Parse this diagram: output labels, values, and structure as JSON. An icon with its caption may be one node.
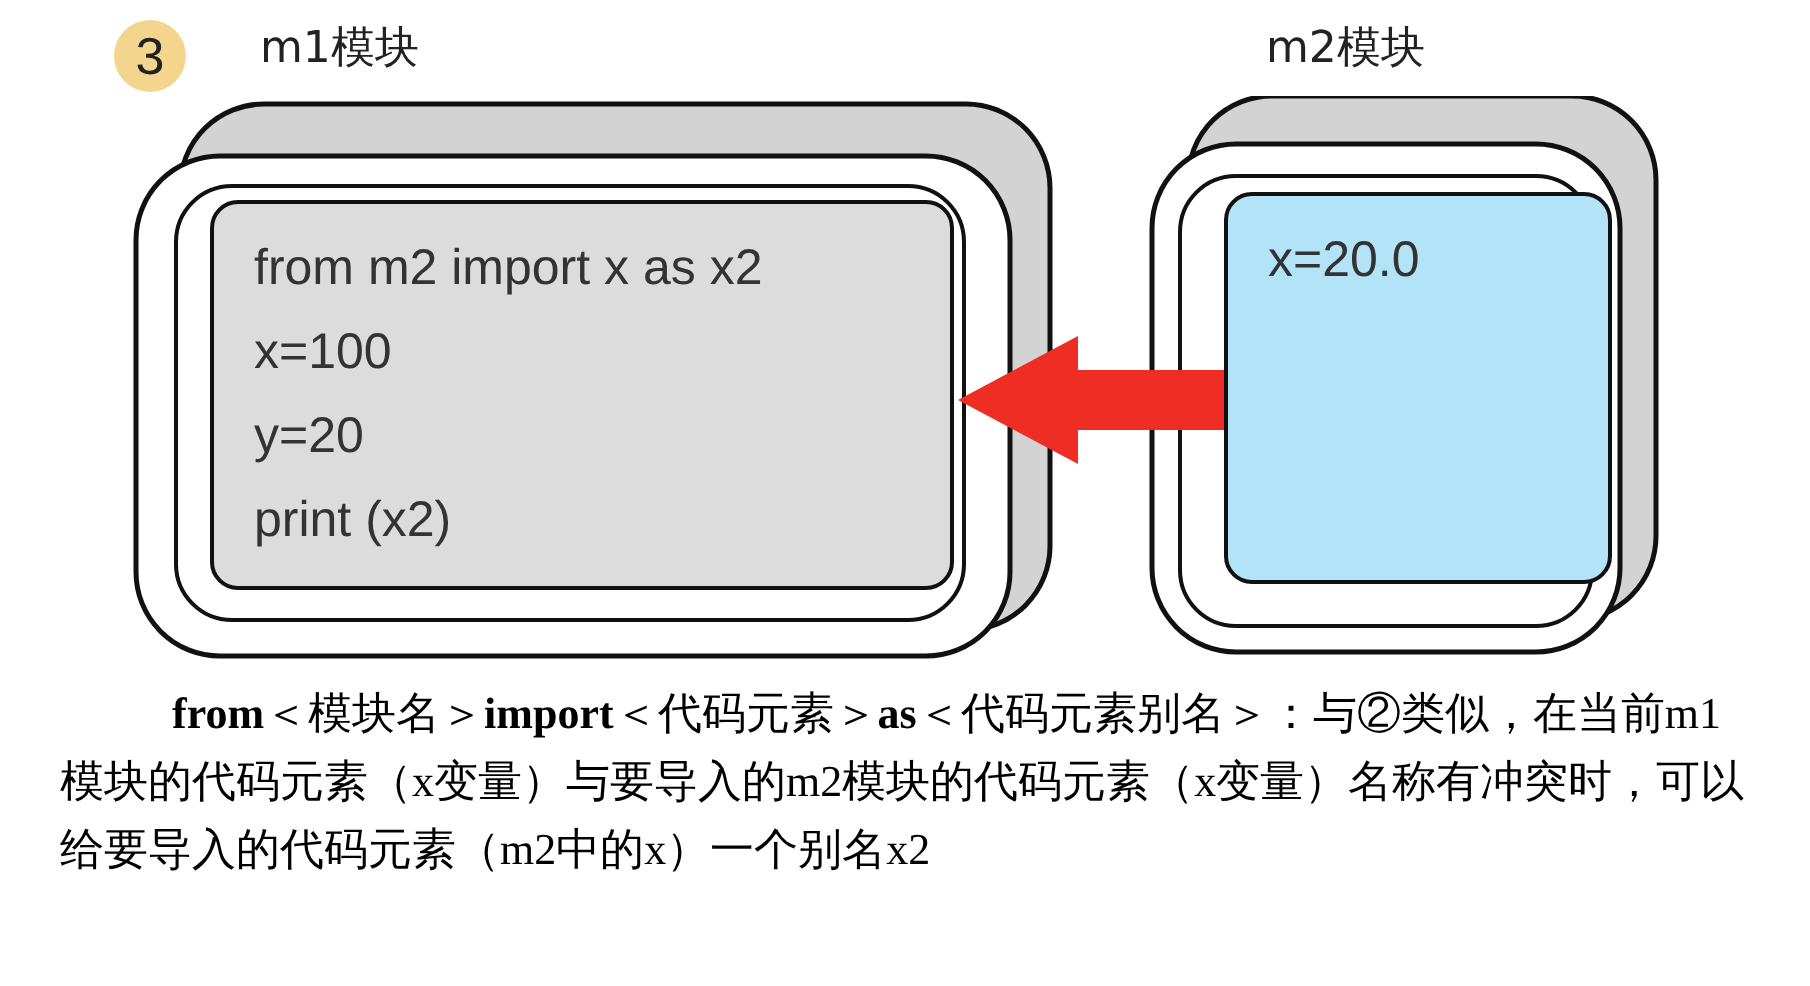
{
  "diagram": {
    "nodes": [
      {
        "text": [
          "m1模块"
        ]
      },
      {
        "text": [
          "from m2 import x as x2",
          "x=100",
          "y=20",
          "print (x2)"
        ],
        "in": 0
      },
      {
        "text": [
          "m2模块"
        ]
      },
      {
        "text": [
          "x=20.0"
        ],
        "in": 2
      }
    ],
    "edges": [
      {
        "from": 3,
        "to": 1,
        "arrow": "to",
        "style": "thick",
        "color": "#ee2e24"
      }
    ],
    "labels": [
      "3",
      "**from**＜模块名＞**import**＜代码元素＞**as**＜代码元素别名＞：与②类似，在当前m1模块的代码元素（x变量）与要导入的m2模块的代码元素（x变量）名称有冲突时，可以给要导入的代码元素（m2中的x）一个别名x2"
    ]
  }
}
